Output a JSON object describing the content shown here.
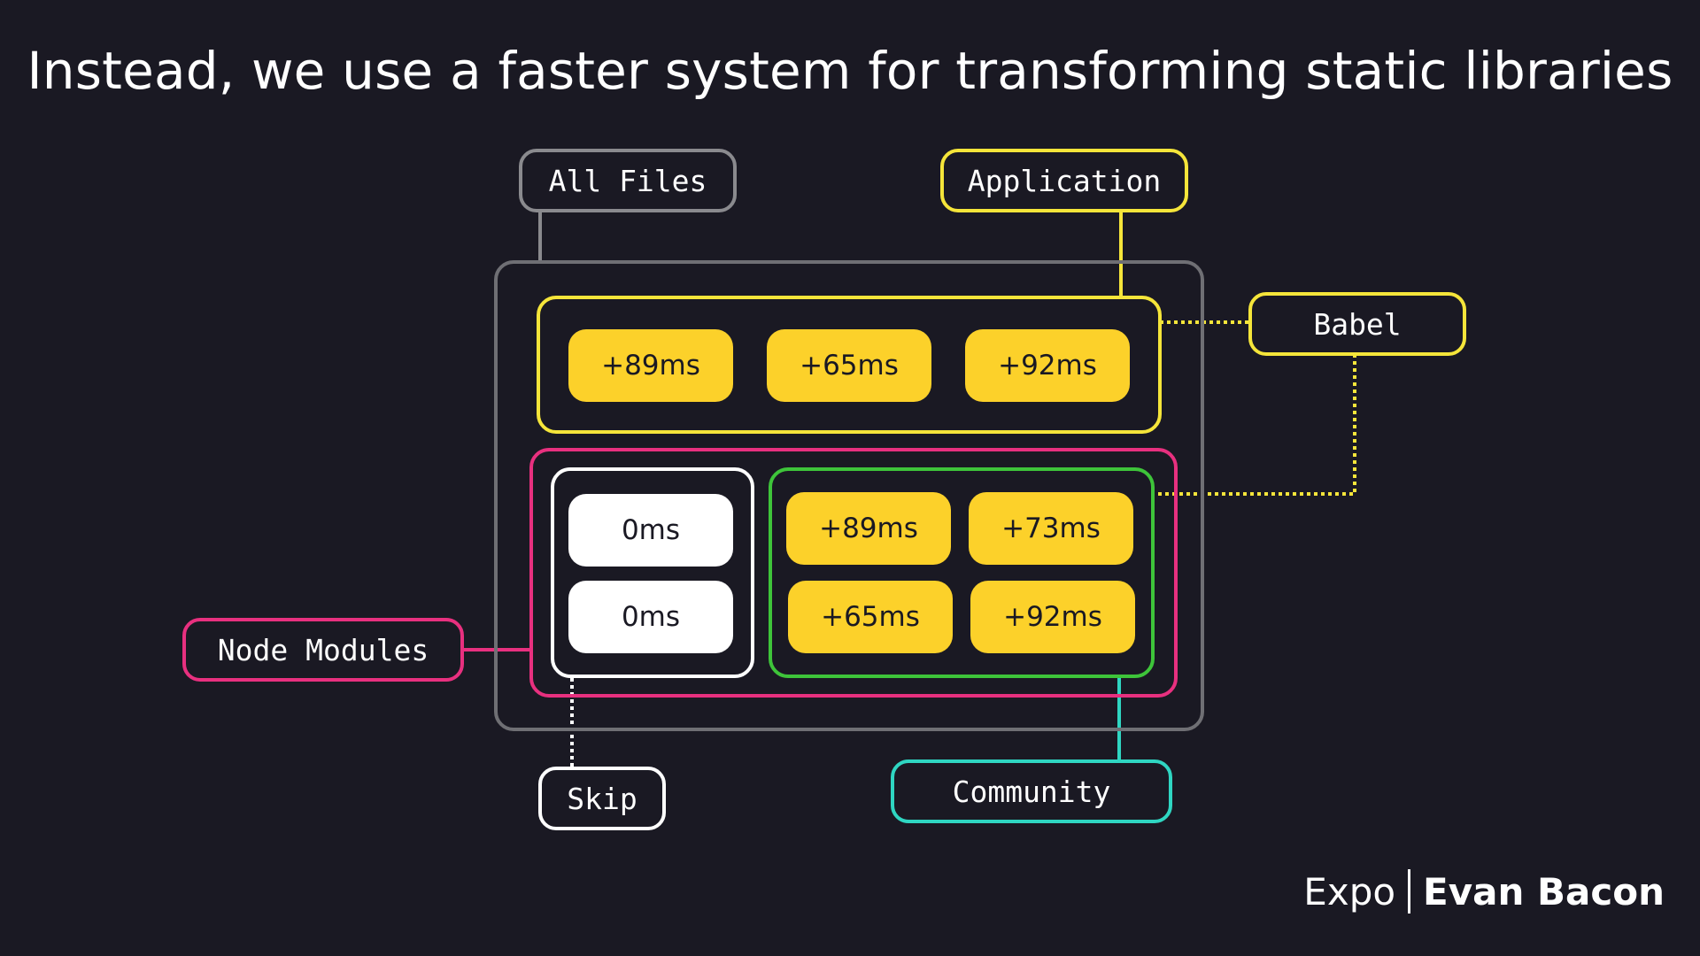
{
  "slide": {
    "title": "Instead, we use a faster system for transforming static libraries"
  },
  "labels": {
    "all_files": "All Files",
    "application": "Application",
    "babel": "Babel",
    "node_modules": "Node Modules",
    "skip": "Skip",
    "community": "Community"
  },
  "application_pills": [
    "+89ms",
    "+65ms",
    "+92ms"
  ],
  "skip_pills": [
    "0ms",
    "0ms"
  ],
  "community_pills": [
    "+89ms",
    "+73ms",
    "+65ms",
    "+92ms"
  ],
  "colors": {
    "background": "#1a1923",
    "all_files": "#8a8a8e",
    "application": "#f5e53a",
    "node_modules": "#e8307f",
    "skip": "#ffffff",
    "community_box": "#3ec43a",
    "community_label": "#2fd6c2",
    "pill_yellow": "#fcd12a"
  },
  "credit": {
    "brand": "Expo",
    "author": "Evan Bacon"
  }
}
